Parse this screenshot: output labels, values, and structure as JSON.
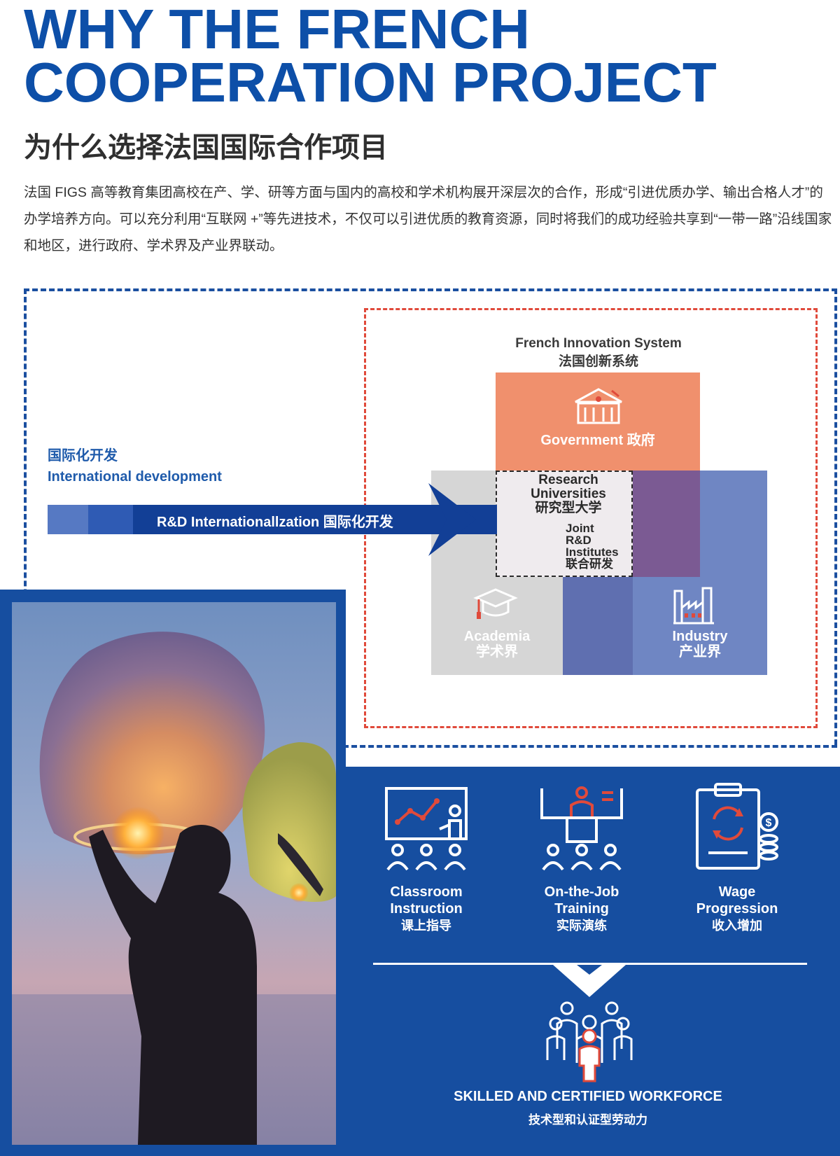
{
  "header": {
    "title_line1": "WHY THE FRENCH",
    "title_line2": "COOPERATION PROJECT",
    "subtitle": "为什么选择法国国际合作项目"
  },
  "intro": "法国 FIGS 高等教育集团高校在产、学、研等方面与国内的高校和学术机构展开深层次的合作，形成“引进优质办学、输出合格人才”的办学培养方向。可以充分利用“互联网 +”等先进技术，不仅可以引进优质的教育资源，同时将我们的成功经验共享到“一带一路”沿线国家和地区，进行政府、学术界及产业界联动。",
  "diagram": {
    "system_title_en": "French Innovation System",
    "system_title_cn": "法国创新系统",
    "government_en": "Government",
    "government_cn": "政府",
    "research_en_1": "Research",
    "research_en_2": "Universities",
    "research_cn": "研究型大学",
    "joint_1": "Joint",
    "joint_2": "R&D",
    "joint_3": "Institutes",
    "joint_cn": "联合研发",
    "academia_en": "Academia",
    "academia_cn": "学术界",
    "industry_en": "Industry",
    "industry_cn": "产业界",
    "intl_cn": "国际化开发",
    "intl_en": "International development",
    "arrow_label": "R&D Internationallzation  国际化开发",
    "colors": {
      "government": "#f0906d",
      "academia": "#d6d6d6",
      "industry": "#6f86c3",
      "overlap": "#7b5a93",
      "brand_blue": "#164ea0",
      "accent_red": "#e04a3b"
    }
  },
  "features": [
    {
      "icon": "classroom-icon",
      "en_1": "Classroom",
      "en_2": "Instruction",
      "cn": "课上指导"
    },
    {
      "icon": "training-icon",
      "en_1": "On-the-Job",
      "en_2": "Training",
      "cn": "实际演练"
    },
    {
      "icon": "wage-icon",
      "en_1": "Wage",
      "en_2": "Progression",
      "cn": "收入增加"
    }
  ],
  "workforce": {
    "icon": "workforce-group-icon",
    "en": "SKILLED AND CERTIFIED WORKFORCE",
    "cn": "技术型和认证型劳动力"
  },
  "photo": {
    "icon": "sky-lantern-photo"
  }
}
